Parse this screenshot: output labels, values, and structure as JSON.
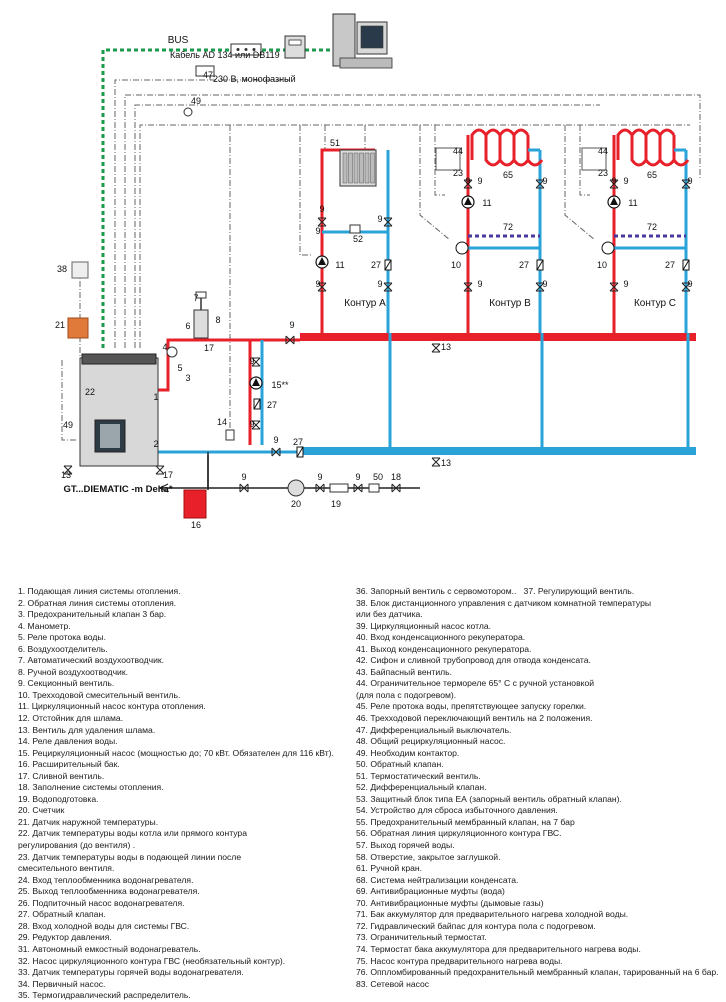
{
  "diagram": {
    "bus_label": "BUS",
    "cable_label": "Кабель AD 134 или DB119",
    "power_label": "230 В, монофазный",
    "boiler_model": "GT...DIEMATIC -m Delta*",
    "circuit_a": "Контур  A",
    "circuit_b": "Контур  B",
    "circuit_c": "Контур  C",
    "pump_15_label": "15**",
    "n": {
      "n1": "1",
      "n2": "2",
      "n3": "3",
      "n4": "4",
      "n5": "5",
      "n6": "6",
      "n7": "7",
      "n8": "8",
      "n9": "9",
      "n10": "10",
      "n11": "11",
      "n13": "13",
      "n14": "14",
      "n16": "16",
      "n17": "17",
      "n18": "18",
      "n19": "19",
      "n20": "20",
      "n21": "21",
      "n22": "22",
      "n23": "23",
      "n27": "27",
      "n38": "38",
      "n44": "44",
      "n47": "47",
      "n49": "49",
      "n50": "50",
      "n51": "51",
      "n52": "52",
      "n65": "65",
      "n72": "72"
    }
  },
  "legend": {
    "left": [
      "1. Подающая линия системы отопления.",
      "2. Обратная линия системы отопления.",
      "3. Предохранительный клапан 3 бар.",
      "4. Манометр.",
      "5. Реле протока воды.",
      "6. Воздухоотделитель.",
      "7. Автоматический воздухоотводчик.",
      "8. Ручной воздухоотводчик.",
      "9. Секционный вентиль.",
      "10. Трехходовой смесительный вентиль.",
      "11. Циркуляционный насос контура отопления.",
      "12. Отстойник для шлама.",
      "13. Вентиль для удаления шлама.",
      "14. Реле давления воды.",
      "15. Рециркуляционный насос (мощностью до; 70 кВт. Обязателен для 116 кВт).",
      "16. Расширительный бак.",
      "17. Сливной вентиль.",
      "18. Заполнение системы отопления.",
      "19. Водоподготовка.",
      "20. Счетчик",
      "21. Датчик наружной температуры.",
      "22. Датчик температуры воды котла или прямого контура",
      "регулирования (до вентиля) .",
      "23. Датчик температуры воды в подающей линии после",
      "смесительного вентиля.",
      "24. Вход теплообменника водонагревателя.",
      "25. Выход теплообменника водонагревателя.",
      "26. Подпиточный насос водонагревателя.",
      "27. Обратный клапан.",
      "28. Вход холодной воды для системы ГВС.",
      "29. Редуктор давления.",
      "31. Автономный емкостный водонагреватель.",
      "32. Насос циркуляционного контура ГВС (необязательный контур).",
      "33. Датчик температуры горячей воды водонагревателя.",
      "34. Первичный насос.",
      "35. Термогидравлический распределитель."
    ],
    "right": [
      "36. Запорный вентиль с сервомотором..   37. Регулирующий вентиль.",
      "38. Блок дистанционного управления с датчиком комнатной температуры",
      "или без датчика.",
      "39. Циркуляционный насос котла.",
      "40. Вход конденсационного рекуператора.",
      "41. Выход конденсационного рекуператора.",
      "42. Сифон и сливной трубопровод для отвода конденсата.",
      "43. Байпасный вентиль.",
      "44. Ограничительное термореле 65° С с ручной установкой",
      "(для пола с подогревом).",
      "45. Реле протока воды, препятствующее запуску горелки.",
      "46. Трехходовой переключающий вентиль на 2 положения.",
      "47. Дифференциальный выключатель.",
      "48. Общий рециркуляционный насос.",
      "49. Необходим контактор.",
      "50. Обратный клапан.",
      "51. Термостатический вентиль.",
      "52. Дифференциальный клапан.",
      "53. Защитный блок типа ЕА (запорный вентиль обратный клапан).",
      "54. Устройство для сброса избыточного давления.",
      "55. Предохранительный мембранный клапан, на 7 бар",
      "56. Обратная линия циркуляционного контура ГВС.",
      "57. Выход горячей воды.",
      "58. Отверстие, закрытое заглушкой.",
      "61. Ручной кран.",
      "68. Система нейтрализации конденсата.",
      "69. Антивибрационные муфты (вода)",
      "70. Антивибрационные муфты (дымовые газы)",
      "71. Бак аккумулятор для предварительного нагрева холодной воды.",
      "72. Гидравлический байпас для контура пола с подогревом.",
      "73. Ограничительный термостат.",
      "74. Термостат бака аккумулятора для предварительного нагрева воды.",
      "75. Насос контура предварительного нагрева воды.",
      "76. Оппломбированный предохранительный мембранный клапан, тарированный на 6 бар.",
      "83. Сетевой насос"
    ]
  },
  "colors": {
    "supply": "#e8202a",
    "return": "#2aa3d9",
    "bus": "#1a9a4a",
    "bypass": "#4a3aa0"
  }
}
